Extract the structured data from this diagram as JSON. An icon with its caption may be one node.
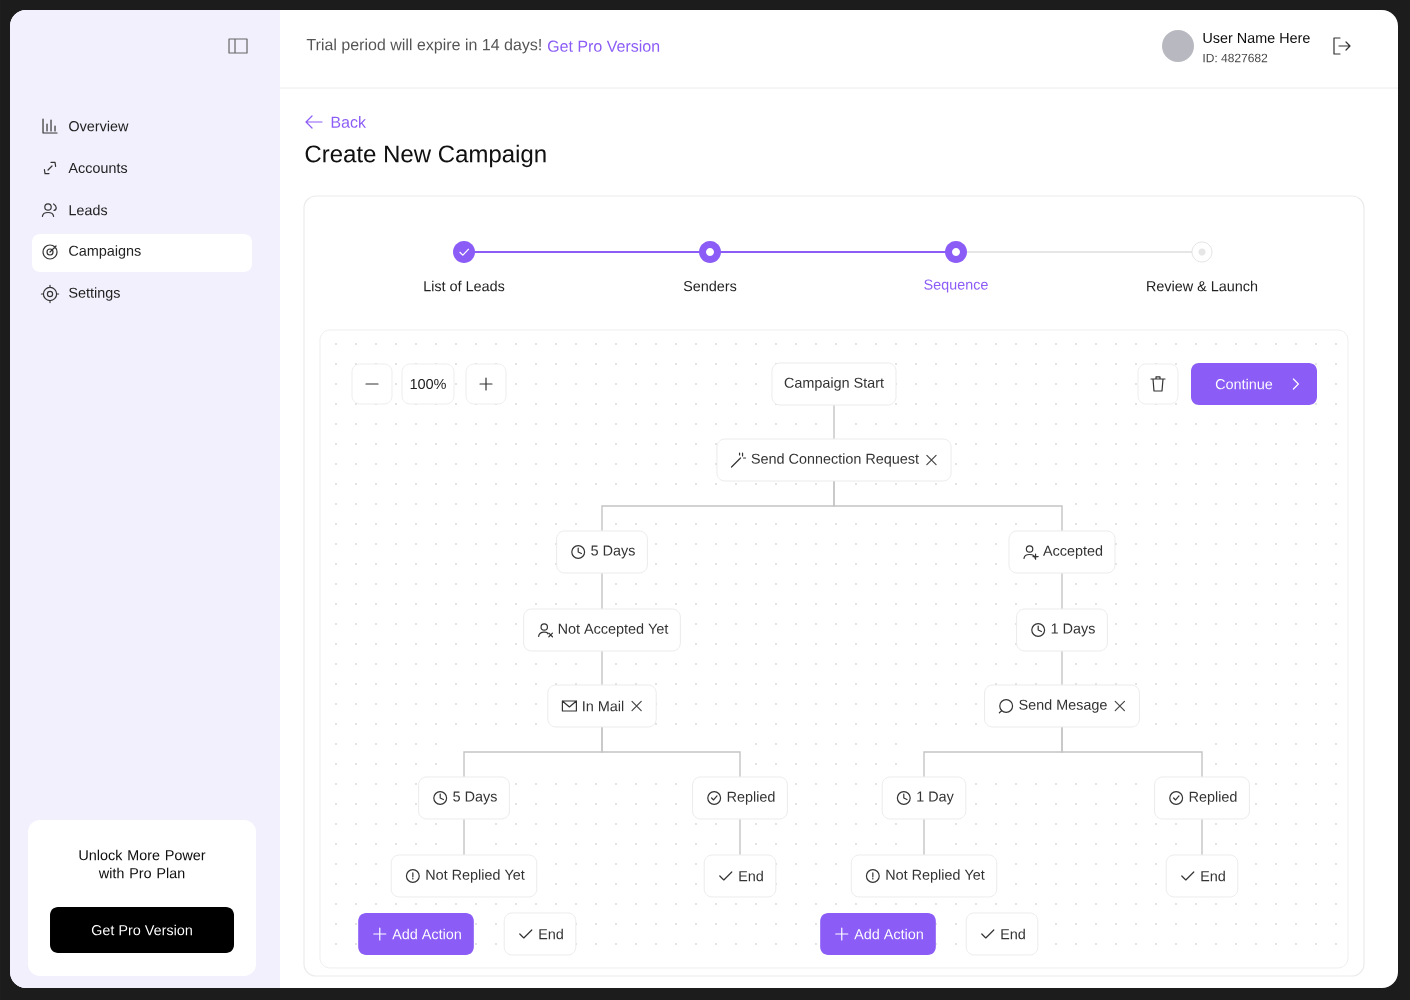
{
  "diagram": {
    "title": "Create New Campaign",
    "nodes": [
      {
        "text": [
          "Campaign Start"
        ]
      },
      {
        "text": [
          "Send Connection Request"
        ]
      },
      {
        "text": [
          "5 Days"
        ]
      },
      {
        "text": [
          "Accepted"
        ]
      },
      {
        "text": [
          "Not Accepted Yet"
        ]
      },
      {
        "text": [
          "1 Days"
        ]
      },
      {
        "text": [
          "In Mail"
        ]
      },
      {
        "text": [
          "Send Mesage"
        ]
      },
      {
        "text": [
          "5 Days"
        ]
      },
      {
        "text": [
          "Replied"
        ]
      },
      {
        "text": [
          "1 Day"
        ]
      },
      {
        "text": [
          "Replied"
        ]
      },
      {
        "text": [
          "Not Replied Yet"
        ]
      },
      {
        "text": [
          "End"
        ]
      },
      {
        "text": [
          "Not Replied Yet"
        ]
      },
      {
        "text": [
          "End"
        ]
      },
      {
        "text": [
          "Add Action"
        ]
      },
      {
        "text": [
          "End"
        ]
      },
      {
        "text": [
          "Add Action"
        ]
      },
      {
        "text": [
          "End"
        ]
      },
      {
        "text": [
          "Continue"
        ]
      }
    ],
    "edges": [
      {
        "from": 0,
        "to": 1,
        "arrow": "none"
      },
      {
        "from": 1,
        "to": 2,
        "arrow": "none"
      },
      {
        "from": 1,
        "to": 3,
        "arrow": "none"
      },
      {
        "from": 2,
        "to": 4,
        "arrow": "none"
      },
      {
        "from": 3,
        "to": 5,
        "arrow": "none"
      },
      {
        "from": 4,
        "to": 6,
        "arrow": "none"
      },
      {
        "from": 5,
        "to": 7,
        "arrow": "none"
      },
      {
        "from": 6,
        "to": 8,
        "arrow": "none"
      },
      {
        "from": 6,
        "to": 9,
        "arrow": "none"
      },
      {
        "from": 7,
        "to": 10,
        "arrow": "none"
      },
      {
        "from": 7,
        "to": 11,
        "arrow": "none"
      },
      {
        "from": 8,
        "to": 12,
        "arrow": "none"
      },
      {
        "from": 9,
        "to": 13,
        "arrow": "none"
      },
      {
        "from": 10,
        "to": 14,
        "arrow": "none"
      },
      {
        "from": 11,
        "to": 15,
        "arrow": "none"
      }
    ],
    "labels": [
      "Trial period will expire in 14 days!",
      "Get Pro Version",
      "User Name Here",
      "ID: 4827682",
      "Overview",
      "Accounts",
      "Leads",
      "Campaigns",
      "Settings",
      "Back",
      "List of Leads",
      "Senders",
      "Sequence",
      "Review & Launch",
      "100%",
      "Unlock More Power with Pro Plan",
      "Get Pro Version"
    ]
  }
}
